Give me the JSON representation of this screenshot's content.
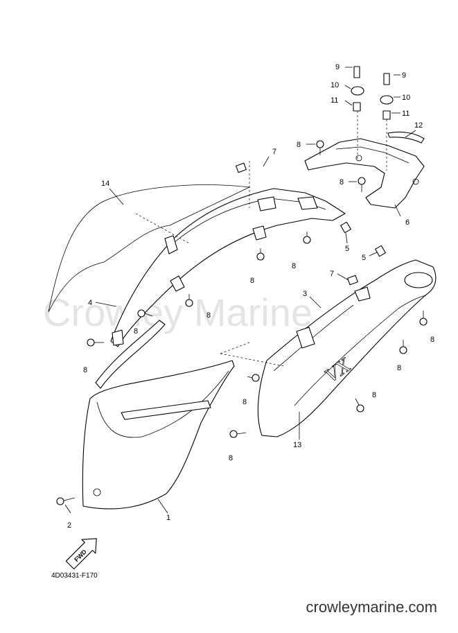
{
  "watermark": "Crowley Marine",
  "site_url": "crowleymarine.com",
  "diagram_code": "4D03431-F170",
  "fwd_label": "FWD",
  "callouts": {
    "n1": "1",
    "n2": "2",
    "n3": "3",
    "n4": "4",
    "n5a": "5",
    "n5b": "5",
    "n6": "6",
    "n7a": "7",
    "n7b": "7",
    "n8a": "8",
    "n8b": "8",
    "n8c": "8",
    "n8d": "8",
    "n8e": "8",
    "n8f": "8",
    "n8g": "8",
    "n8h": "8",
    "n8i": "8",
    "n8j": "8",
    "n8k": "8",
    "n8l": "8",
    "n9a": "9",
    "n9b": "9",
    "n10a": "10",
    "n10b": "10",
    "n11a": "11",
    "n11b": "11",
    "n12": "12",
    "n13": "13",
    "n14": "14"
  }
}
